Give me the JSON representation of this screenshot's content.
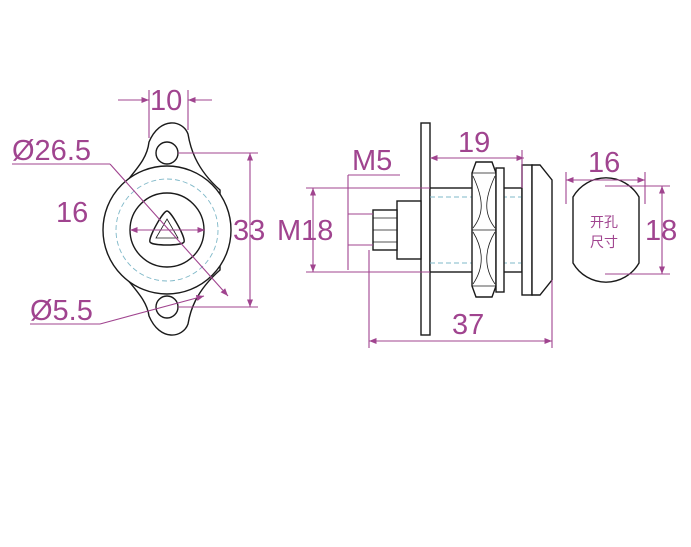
{
  "colors": {
    "line": "#1a1a1a",
    "dimension": "#a0448f",
    "centerline": "#7fb8c8"
  },
  "dimensions": {
    "width_10": "10",
    "dia_26_5": "Ø26.5",
    "dim_16_front": "16",
    "dim_33": "33",
    "dia_5_5": "Ø5.5",
    "thread_m5": "M5",
    "thread_m18": "M18",
    "len_19": "19",
    "len_37": "37",
    "cutout_16": "16",
    "cutout_18": "18"
  },
  "cutout_label": {
    "line1": "开孔",
    "line2": "尺寸"
  }
}
